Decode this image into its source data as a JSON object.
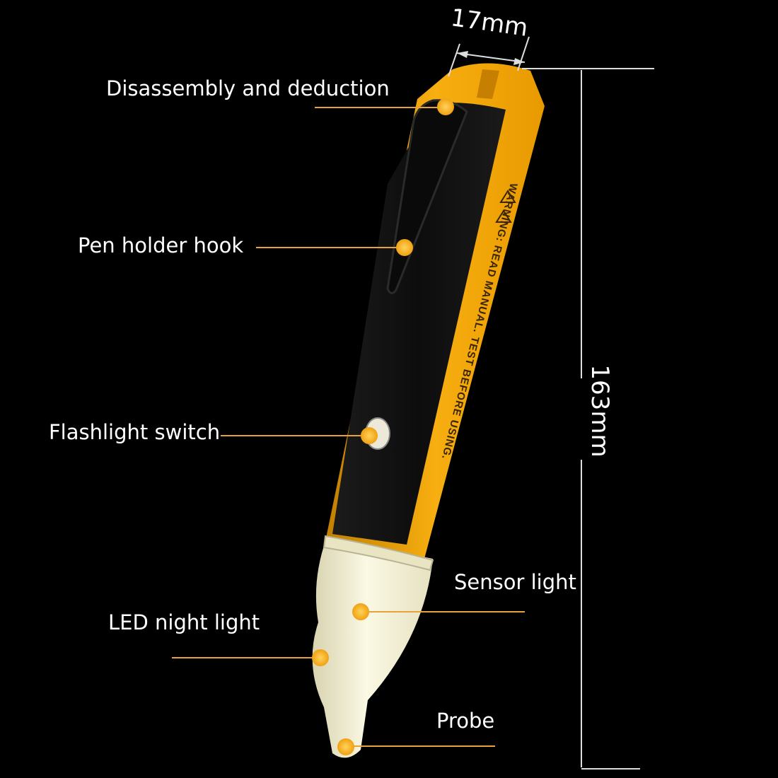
{
  "callouts": {
    "disassembly": "Disassembly and deduction",
    "hook": "Pen holder hook",
    "switch": "Flashlight switch",
    "sensor": "Sensor light",
    "led": "LED night light",
    "probe": "Probe"
  },
  "dimensions": {
    "width": "17mm",
    "length": "163mm"
  },
  "pen_text": {
    "warning": "WARNING: READ MANUAL. TEST BEFORE USING."
  },
  "colors": {
    "background": "#000000",
    "body_yellow": "#F6A800",
    "body_black": "#111111",
    "tip_cream": "#F4F1D6",
    "marker_dot": "#F7B21E",
    "leader_line": "#E8A23A",
    "dimension_line": "#DDDDDD",
    "text": "#FFFFFF"
  }
}
